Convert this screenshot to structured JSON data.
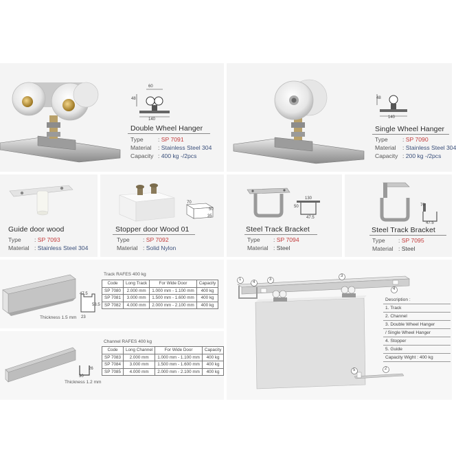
{
  "double_hanger": {
    "title": "Double Wheel Hanger",
    "type_label": "Type",
    "type_value": "SP 7091",
    "material_label": "Material",
    "material_value": "Stainless Steel 304",
    "capacity_label": "Capacity",
    "capacity_value": "400 kg -/2pcs",
    "dims": {
      "w": "60",
      "h": "48",
      "base": "140"
    }
  },
  "single_hanger": {
    "title": "Single Wheel Hanger",
    "type_label": "Type",
    "type_value": "SP 7090",
    "material_label": "Material",
    "material_value": "Stainless Steel 304",
    "capacity_label": "Capacity",
    "capacity_value": "200 kg -/2pcs",
    "dims": {
      "h": "48",
      "base": "140"
    }
  },
  "guide": {
    "title": "Guide door wood",
    "type_label": "Type",
    "type_value": "SP 7093",
    "material_label": "Material",
    "material_value": "Stainless Steel 304"
  },
  "stopper": {
    "title": "Stopper door Wood 01",
    "type_label": "Type",
    "type_value": "SP 7092",
    "material_label": "Material",
    "material_value": "Solid Nylon",
    "dims": {
      "l": "70",
      "h": "50",
      "w": "35"
    }
  },
  "bracket1": {
    "title": "Steel Track Bracket",
    "type_label": "Type",
    "type_value": "SP 7094",
    "material_label": "Material",
    "material_value": "Steel",
    "dims": {
      "w": "130",
      "h": "50",
      "d": "47.5"
    }
  },
  "bracket2": {
    "title": "Steel Track Bracket",
    "type_label": "Type",
    "type_value": "SP 7095",
    "material_label": "Material",
    "material_value": "Steel",
    "dims": {
      "h": "70",
      "d": "47.5"
    }
  },
  "track": {
    "caption": "Track RAFES 400 kg",
    "thickness": "Thickness 1.5 mm",
    "dims": {
      "w": "47.5",
      "h": "53.5",
      "b": "23"
    },
    "headers": [
      "Code",
      "Long Track",
      "For Wide Door",
      "Capacity"
    ],
    "rows": [
      [
        "SP 7080",
        "2.000 mm",
        "1.000 mm - 1.100 mm",
        "400 kg"
      ],
      [
        "SP 7081",
        "3.000 mm",
        "1.500 mm - 1.600 mm",
        "400 kg"
      ],
      [
        "SP 7082",
        "4.000 mm",
        "2.000 mm - 2.100 mm",
        "400 kg"
      ]
    ]
  },
  "channel": {
    "caption": "Channel RAFES 400 kg",
    "thickness": "Thickness 1.2 mm",
    "dims": {
      "w": "30",
      "h": "26"
    },
    "headers": [
      "Code",
      "Long Channel",
      "For Wide Door",
      "Capacity"
    ],
    "rows": [
      [
        "SP 7083",
        "2.000 mm",
        "1.000 mm - 1.100 mm",
        "400 kg"
      ],
      [
        "SP 7084",
        "3.000 mm",
        "1.500 mm - 1.600 mm",
        "400 kg"
      ],
      [
        "SP 7085",
        "4.000 mm",
        "2.000 mm - 2.100 mm",
        "400 kg"
      ]
    ]
  },
  "assembly": {
    "callouts": [
      "1",
      "4",
      "3",
      "3",
      "4",
      "5",
      "2"
    ],
    "description_title": "Description :",
    "items": [
      "1.  Track",
      "2.  Channel",
      "3.  Double Wheel Hanger",
      "     / Single Wheel Hanger",
      "4.  Stopper",
      "5.  Guide"
    ],
    "capacity": "Capacity Wight : 400 kg"
  }
}
